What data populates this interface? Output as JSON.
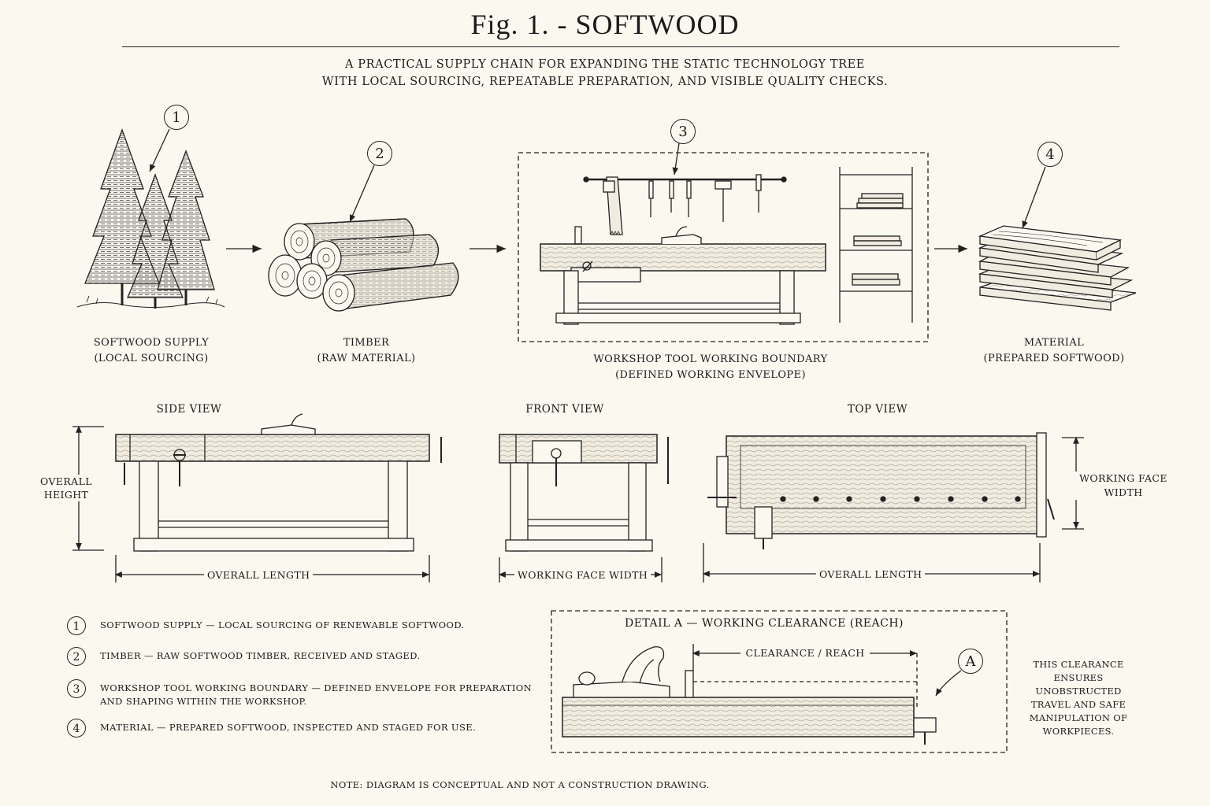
{
  "title": "Fig. 1. - SOFTWOOD",
  "subtitle": {
    "line1": "A PRACTICAL SUPPLY CHAIN FOR EXPANDING THE STATIC TECHNOLOGY TREE",
    "line2": "WITH LOCAL SOURCING, REPEATABLE PREPARATION, AND VISIBLE QUALITY CHECKS."
  },
  "stages": [
    {
      "num": "1",
      "line1": "SOFTWOOD SUPPLY",
      "line2": "(LOCAL SOURCING)"
    },
    {
      "num": "2",
      "line1": "TIMBER",
      "line2": "(RAW MATERIAL)"
    },
    {
      "num": "3",
      "line1": "WORKSHOP TOOL WORKING BOUNDARY",
      "line2": "(DEFINED WORKING ENVELOPE)"
    },
    {
      "num": "4",
      "line1": "MATERIAL",
      "line2": "(PREPARED SOFTWOOD)"
    }
  ],
  "views": {
    "side": "SIDE VIEW",
    "front": "FRONT VIEW",
    "top": "TOP VIEW"
  },
  "dimensions": {
    "overall_height_1": "OVERALL",
    "overall_height_2": "HEIGHT",
    "overall_length": "OVERALL LENGTH",
    "working_face_width": "WORKING FACE WIDTH",
    "working_face_1": "WORKING FACE",
    "working_face_2": "WIDTH"
  },
  "legend": [
    {
      "num": "1",
      "text": "SOFTWOOD SUPPLY — LOCAL SOURCING OF RENEWABLE SOFTWOOD."
    },
    {
      "num": "2",
      "text": "TIMBER — RAW SOFTWOOD TIMBER, RECEIVED AND STAGED."
    },
    {
      "num": "3",
      "line1": "WORKSHOP TOOL WORKING BOUNDARY — DEFINED ENVELOPE FOR PREPARATION",
      "line2": "AND SHAPING WITHIN THE WORKSHOP."
    },
    {
      "num": "4",
      "text": "MATERIAL — PREPARED SOFTWOOD, INSPECTED AND STAGED FOR USE."
    }
  ],
  "detail": {
    "title": "DETAIL A — WORKING CLEARANCE (REACH)",
    "clearance": "CLEARANCE / REACH",
    "callout": "A"
  },
  "side_note": [
    "THIS CLEARANCE",
    "ENSURES UNOBSTRUCTED",
    "TRAVEL AND SAFE",
    "MANIPULATION OF",
    "WORKPIECES."
  ],
  "note": "NOTE: DIAGRAM IS CONCEPTUAL AND NOT A CONSTRUCTION DRAWING."
}
